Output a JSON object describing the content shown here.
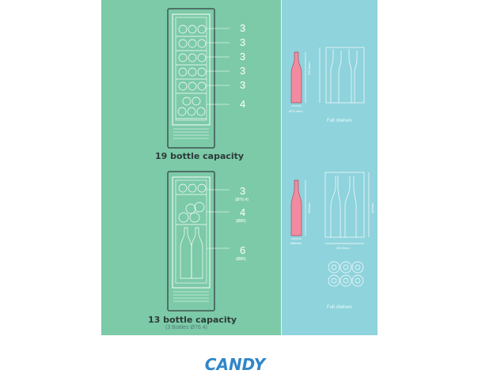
{
  "fridge_top": {
    "caption": "19  bottle capacity",
    "shelves": [
      {
        "count": "3"
      },
      {
        "count": "3"
      },
      {
        "count": "3"
      },
      {
        "count": "3"
      },
      {
        "count": "3"
      },
      {
        "count": "4"
      }
    ]
  },
  "fridge_bottom": {
    "caption": "13  bottle capacity",
    "caption_sub": "(3 Bottles Ø76.4)",
    "shelves": [
      {
        "count": "3",
        "note": "(Ø76.4)"
      },
      {
        "count": "4",
        "note": "(Ø86)"
      },
      {
        "count": "6",
        "note": "(Ø86)"
      }
    ]
  },
  "right_top": {
    "bottle_width": "Ø72.4mm",
    "bottle_height": "300.5mm",
    "label": "Full shelves"
  },
  "right_bottom": {
    "bottle_width": "Ø86mm",
    "bottle_height": "330mm",
    "rack_width": "220.6mm",
    "rack_height": "440mm",
    "label": "Full shelves"
  },
  "colors": {
    "left_panel": "#7ccaa8",
    "right_panel": "#8fd3dc",
    "bottle": "#f08ba0",
    "logo": "#2f86c9"
  },
  "brand": "CANDY"
}
